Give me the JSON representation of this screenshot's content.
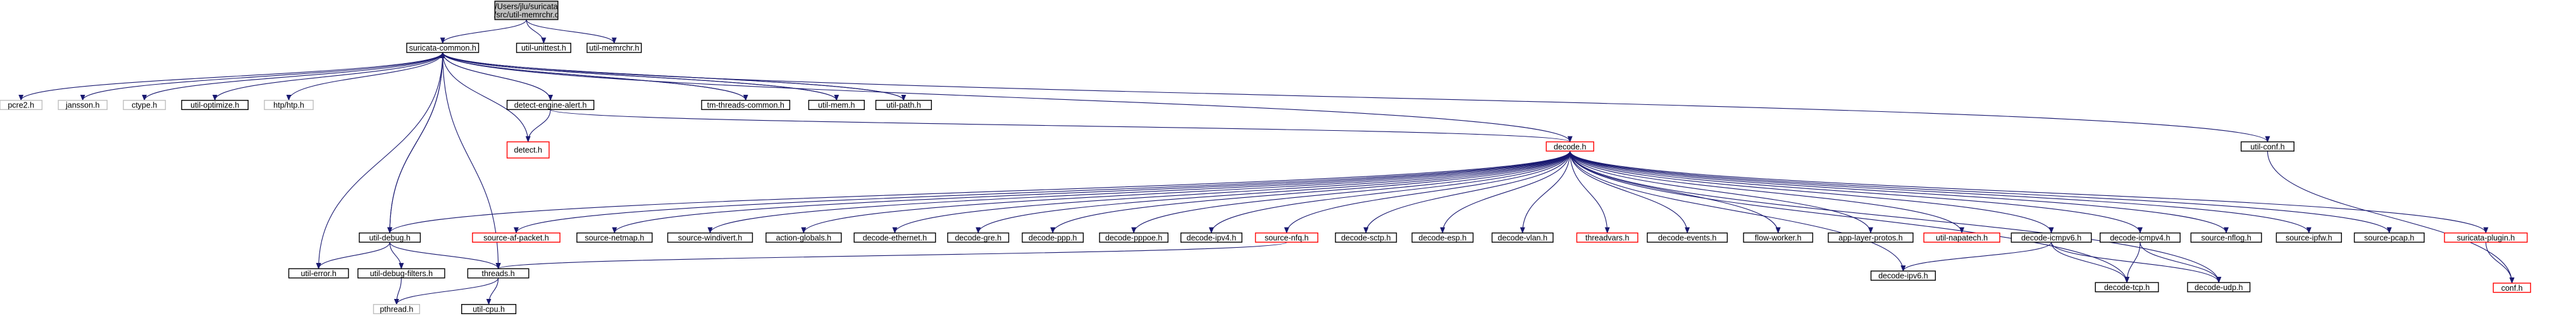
{
  "colors": {
    "edge": "#191970",
    "border_normal": "#000000",
    "border_truncated": "#ff0000",
    "border_external": "#bfbfbf",
    "fill_root": "#bfbfbf",
    "fill_node": "#ffffff",
    "text": "#000000"
  },
  "nodes": [
    {
      "id": "root",
      "label": "/Users/jlu/suricata\n/src/util-memrchr.c",
      "kind": "root"
    },
    {
      "id": "suricata_common",
      "label": "suricata-common.h",
      "kind": "normal"
    },
    {
      "id": "util_unittest",
      "label": "util-unittest.h",
      "kind": "normal"
    },
    {
      "id": "util_memrchr",
      "label": "util-memrchr.h",
      "kind": "normal"
    },
    {
      "id": "pcre2",
      "label": "pcre2.h",
      "kind": "external"
    },
    {
      "id": "jansson",
      "label": "jansson.h",
      "kind": "external"
    },
    {
      "id": "ctype",
      "label": "ctype.h",
      "kind": "external"
    },
    {
      "id": "util_optimize",
      "label": "util-optimize.h",
      "kind": "normal"
    },
    {
      "id": "htp",
      "label": "htp/htp.h",
      "kind": "external"
    },
    {
      "id": "util_debug",
      "label": "util-debug.h",
      "kind": "normal"
    },
    {
      "id": "detect_engine_alert",
      "label": "detect-engine-alert.h",
      "kind": "normal"
    },
    {
      "id": "tm_threads_common",
      "label": "tm-threads-common.h",
      "kind": "normal"
    },
    {
      "id": "util_mem",
      "label": "util-mem.h",
      "kind": "normal"
    },
    {
      "id": "util_path",
      "label": "util-path.h",
      "kind": "normal"
    },
    {
      "id": "detect",
      "label": "detect.h",
      "kind": "truncated"
    },
    {
      "id": "decode",
      "label": "decode.h",
      "kind": "truncated"
    },
    {
      "id": "util_conf",
      "label": "util-conf.h",
      "kind": "normal"
    },
    {
      "id": "source_af_packet",
      "label": "source-af-packet.h",
      "kind": "truncated"
    },
    {
      "id": "source_netmap",
      "label": "source-netmap.h",
      "kind": "normal"
    },
    {
      "id": "source_windivert",
      "label": "source-windivert.h",
      "kind": "normal"
    },
    {
      "id": "action_globals",
      "label": "action-globals.h",
      "kind": "normal"
    },
    {
      "id": "decode_ethernet",
      "label": "decode-ethernet.h",
      "kind": "normal"
    },
    {
      "id": "decode_gre",
      "label": "decode-gre.h",
      "kind": "normal"
    },
    {
      "id": "decode_ppp",
      "label": "decode-ppp.h",
      "kind": "normal"
    },
    {
      "id": "decode_pppoe",
      "label": "decode-pppoe.h",
      "kind": "normal"
    },
    {
      "id": "decode_ipv4",
      "label": "decode-ipv4.h",
      "kind": "normal"
    },
    {
      "id": "source_nfq",
      "label": "source-nfq.h",
      "kind": "truncated"
    },
    {
      "id": "decode_sctp",
      "label": "decode-sctp.h",
      "kind": "normal"
    },
    {
      "id": "decode_esp",
      "label": "decode-esp.h",
      "kind": "normal"
    },
    {
      "id": "decode_vlan",
      "label": "decode-vlan.h",
      "kind": "normal"
    },
    {
      "id": "threadvars",
      "label": "threadvars.h",
      "kind": "truncated"
    },
    {
      "id": "decode_events",
      "label": "decode-events.h",
      "kind": "normal"
    },
    {
      "id": "flow_worker",
      "label": "flow-worker.h",
      "kind": "normal"
    },
    {
      "id": "app_layer_protos",
      "label": "app-layer-protos.h",
      "kind": "normal"
    },
    {
      "id": "util_napatech",
      "label": "util-napatech.h",
      "kind": "truncated"
    },
    {
      "id": "decode_icmpv6",
      "label": "decode-icmpv6.h",
      "kind": "normal"
    },
    {
      "id": "decode_icmpv4",
      "label": "decode-icmpv4.h",
      "kind": "normal"
    },
    {
      "id": "source_nflog",
      "label": "source-nflog.h",
      "kind": "normal"
    },
    {
      "id": "source_ipfw",
      "label": "source-ipfw.h",
      "kind": "normal"
    },
    {
      "id": "source_pcap",
      "label": "source-pcap.h",
      "kind": "normal"
    },
    {
      "id": "suricata_plugin",
      "label": "suricata-plugin.h",
      "kind": "truncated"
    },
    {
      "id": "util_error",
      "label": "util-error.h",
      "kind": "normal"
    },
    {
      "id": "util_debug_filters",
      "label": "util-debug-filters.h",
      "kind": "normal"
    },
    {
      "id": "threads",
      "label": "threads.h",
      "kind": "normal"
    },
    {
      "id": "decode_ipv6",
      "label": "decode-ipv6.h",
      "kind": "normal"
    },
    {
      "id": "decode_tcp",
      "label": "decode-tcp.h",
      "kind": "normal"
    },
    {
      "id": "decode_udp",
      "label": "decode-udp.h",
      "kind": "normal"
    },
    {
      "id": "conf",
      "label": "conf.h",
      "kind": "truncated"
    },
    {
      "id": "pthread",
      "label": "pthread.h",
      "kind": "external"
    },
    {
      "id": "util_cpu",
      "label": "util-cpu.h",
      "kind": "normal"
    }
  ],
  "edges": [
    [
      "root",
      "suricata_common"
    ],
    [
      "root",
      "util_unittest"
    ],
    [
      "root",
      "util_memrchr"
    ],
    [
      "suricata_common",
      "pcre2"
    ],
    [
      "suricata_common",
      "jansson"
    ],
    [
      "suricata_common",
      "ctype"
    ],
    [
      "suricata_common",
      "util_optimize"
    ],
    [
      "suricata_common",
      "htp"
    ],
    [
      "suricata_common",
      "util_debug"
    ],
    [
      "suricata_common",
      "detect_engine_alert"
    ],
    [
      "suricata_common",
      "tm_threads_common"
    ],
    [
      "suricata_common",
      "util_mem"
    ],
    [
      "suricata_common",
      "util_path"
    ],
    [
      "suricata_common",
      "util_conf"
    ],
    [
      "suricata_common",
      "util_error"
    ],
    [
      "suricata_common",
      "threads"
    ],
    [
      "detect_engine_alert",
      "suricata_common"
    ],
    [
      "detect_engine_alert",
      "detect"
    ],
    [
      "detect_engine_alert",
      "decode"
    ],
    [
      "detect",
      "suricata_common"
    ],
    [
      "tm_threads_common",
      "suricata_common"
    ],
    [
      "util_mem",
      "suricata_common"
    ],
    [
      "util_path",
      "suricata_common"
    ],
    [
      "util_debug",
      "suricata_common"
    ],
    [
      "util_debug",
      "util_error"
    ],
    [
      "util_debug",
      "util_debug_filters"
    ],
    [
      "util_debug",
      "threads"
    ],
    [
      "util_debug_filters",
      "pthread"
    ],
    [
      "threads",
      "pthread"
    ],
    [
      "threads",
      "util_cpu"
    ],
    [
      "util_conf",
      "conf"
    ],
    [
      "decode",
      "suricata_common"
    ],
    [
      "decode",
      "util_debug"
    ],
    [
      "decode",
      "source_af_packet"
    ],
    [
      "decode",
      "source_netmap"
    ],
    [
      "decode",
      "source_windivert"
    ],
    [
      "decode",
      "action_globals"
    ],
    [
      "decode",
      "decode_ethernet"
    ],
    [
      "decode",
      "decode_gre"
    ],
    [
      "decode",
      "decode_ppp"
    ],
    [
      "decode",
      "decode_pppoe"
    ],
    [
      "decode",
      "decode_ipv4"
    ],
    [
      "decode",
      "source_nfq"
    ],
    [
      "decode",
      "decode_sctp"
    ],
    [
      "decode",
      "decode_esp"
    ],
    [
      "decode",
      "decode_vlan"
    ],
    [
      "decode",
      "threadvars"
    ],
    [
      "decode",
      "decode_events"
    ],
    [
      "decode",
      "flow_worker"
    ],
    [
      "decode",
      "app_layer_protos"
    ],
    [
      "decode",
      "util_napatech"
    ],
    [
      "decode",
      "decode_icmpv6"
    ],
    [
      "decode",
      "decode_icmpv4"
    ],
    [
      "decode",
      "source_nflog"
    ],
    [
      "decode",
      "source_ipfw"
    ],
    [
      "decode",
      "source_pcap"
    ],
    [
      "decode",
      "suricata_plugin"
    ],
    [
      "decode",
      "decode_ipv6"
    ],
    [
      "decode",
      "decode_tcp"
    ],
    [
      "decode",
      "decode_udp"
    ],
    [
      "source_nfq",
      "threads"
    ],
    [
      "decode_icmpv6",
      "decode_ipv6"
    ],
    [
      "decode_icmpv6",
      "decode_tcp"
    ],
    [
      "decode_icmpv6",
      "decode_udp"
    ],
    [
      "decode_icmpv4",
      "decode_tcp"
    ],
    [
      "decode_icmpv4",
      "decode_udp"
    ],
    [
      "suricata_plugin",
      "conf"
    ]
  ]
}
